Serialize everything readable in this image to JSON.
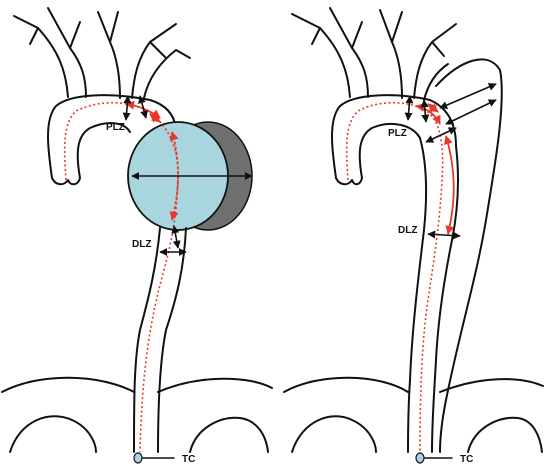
{
  "labels": {
    "left_proximal_zone": "PLZ",
    "left_distal_zone": "DLZ",
    "left_tip": "TC",
    "right_proximal_zone": "PLZ",
    "right_distal_zone": "DLZ",
    "right_tip": "TC"
  },
  "colors": {
    "outline": "#111111",
    "centerline": "#e5392e",
    "aneurysm_fill": "#a9d5df",
    "aneurysm_shadow": "#6f7072",
    "tip_marker": "#a9d5df"
  }
}
